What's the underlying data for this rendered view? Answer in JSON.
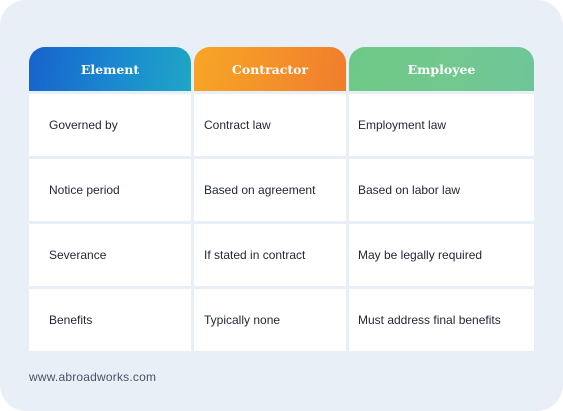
{
  "table": {
    "headers": [
      "Element",
      "Contractor",
      "Employee"
    ],
    "rows": [
      [
        "Governed by",
        "Contract law",
        "Employment law"
      ],
      [
        "Notice period",
        "Based on agreement",
        "Based on labor law"
      ],
      [
        "Severance",
        "If stated in contract",
        "May be legally required"
      ],
      [
        "Benefits",
        "Typically none",
        "Must address final benefits"
      ]
    ]
  },
  "footer": {
    "source": "www.abroadworks.com"
  },
  "colors": {
    "background": "#e9eff7",
    "element_header": "#1a8ad0",
    "contractor_header": "#f4902a",
    "employee_header": "#72c88e"
  }
}
